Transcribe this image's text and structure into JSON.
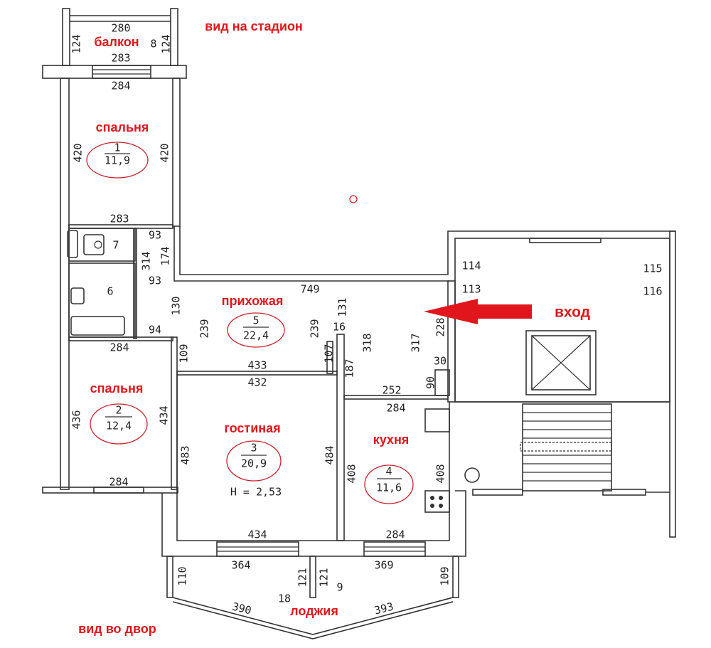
{
  "labels": {
    "view_stadium": "вид на стадион",
    "balcony": "балкон",
    "bedroom1": "спальня",
    "hallway": "прихожая",
    "entrance": "вход",
    "bedroom2": "спальня",
    "living": "гостиная",
    "kitchen": "кухня",
    "loggia": "лоджия",
    "view_yard": "вид во двор"
  },
  "rooms": [
    {
      "number": "1",
      "area": "11,9"
    },
    {
      "number": "2",
      "area": "12,4"
    },
    {
      "number": "3",
      "area": "20,9"
    },
    {
      "number": "4",
      "area": "11,6"
    },
    {
      "number": "5",
      "area": "22,4"
    },
    {
      "number": "6"
    },
    {
      "number": "7"
    },
    {
      "number": "8"
    },
    {
      "number": "9"
    }
  ],
  "ceiling_height": "H = 2,53",
  "dims": [
    "280",
    "124",
    "124",
    "283",
    "284",
    "420",
    "420",
    "283",
    "93",
    "314",
    "174",
    "93",
    "94",
    "284",
    "130",
    "239",
    "109",
    "749",
    "239",
    "131",
    "16",
    "107",
    "433",
    "432",
    "187",
    "318",
    "317",
    "228",
    "30",
    "90",
    "252",
    "284",
    "436",
    "434",
    "483",
    "484",
    "408",
    "408",
    "284",
    "434",
    "284",
    "364",
    "369",
    "110",
    "121",
    "121",
    "109",
    "18",
    "390",
    "393",
    "114",
    "113",
    "115",
    "116"
  ],
  "colors": {
    "accent": "#e0161c",
    "lines": "#333333"
  }
}
